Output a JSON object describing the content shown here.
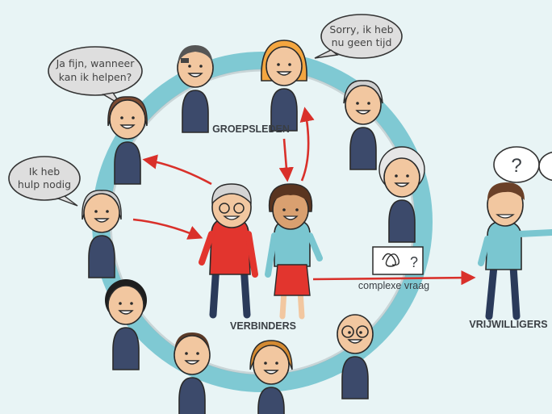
{
  "bubbles": {
    "helpen_line1": "Ja fijn, wanneer",
    "helpen_line2": "kan ik helpen?",
    "sorry_line1": "Sorry, ik heb",
    "sorry_line2": "nu geen tijd",
    "hulp_line1": "Ik heb",
    "hulp_line2": "hulp nodig"
  },
  "labels": {
    "groepsleden": "GROEPSLEDEN",
    "verbinders": "VERBINDERS",
    "vrijwilligers": "VRIJWILLIGERS",
    "complexe_vraag": "complexe vraag",
    "question_mark": "?"
  },
  "colors": {
    "ring": "#7fc9d3",
    "arrow": "#d9302a",
    "outline": "#2a2a2a",
    "skin": "#f2c7a0",
    "background": "#e8f4f5"
  }
}
